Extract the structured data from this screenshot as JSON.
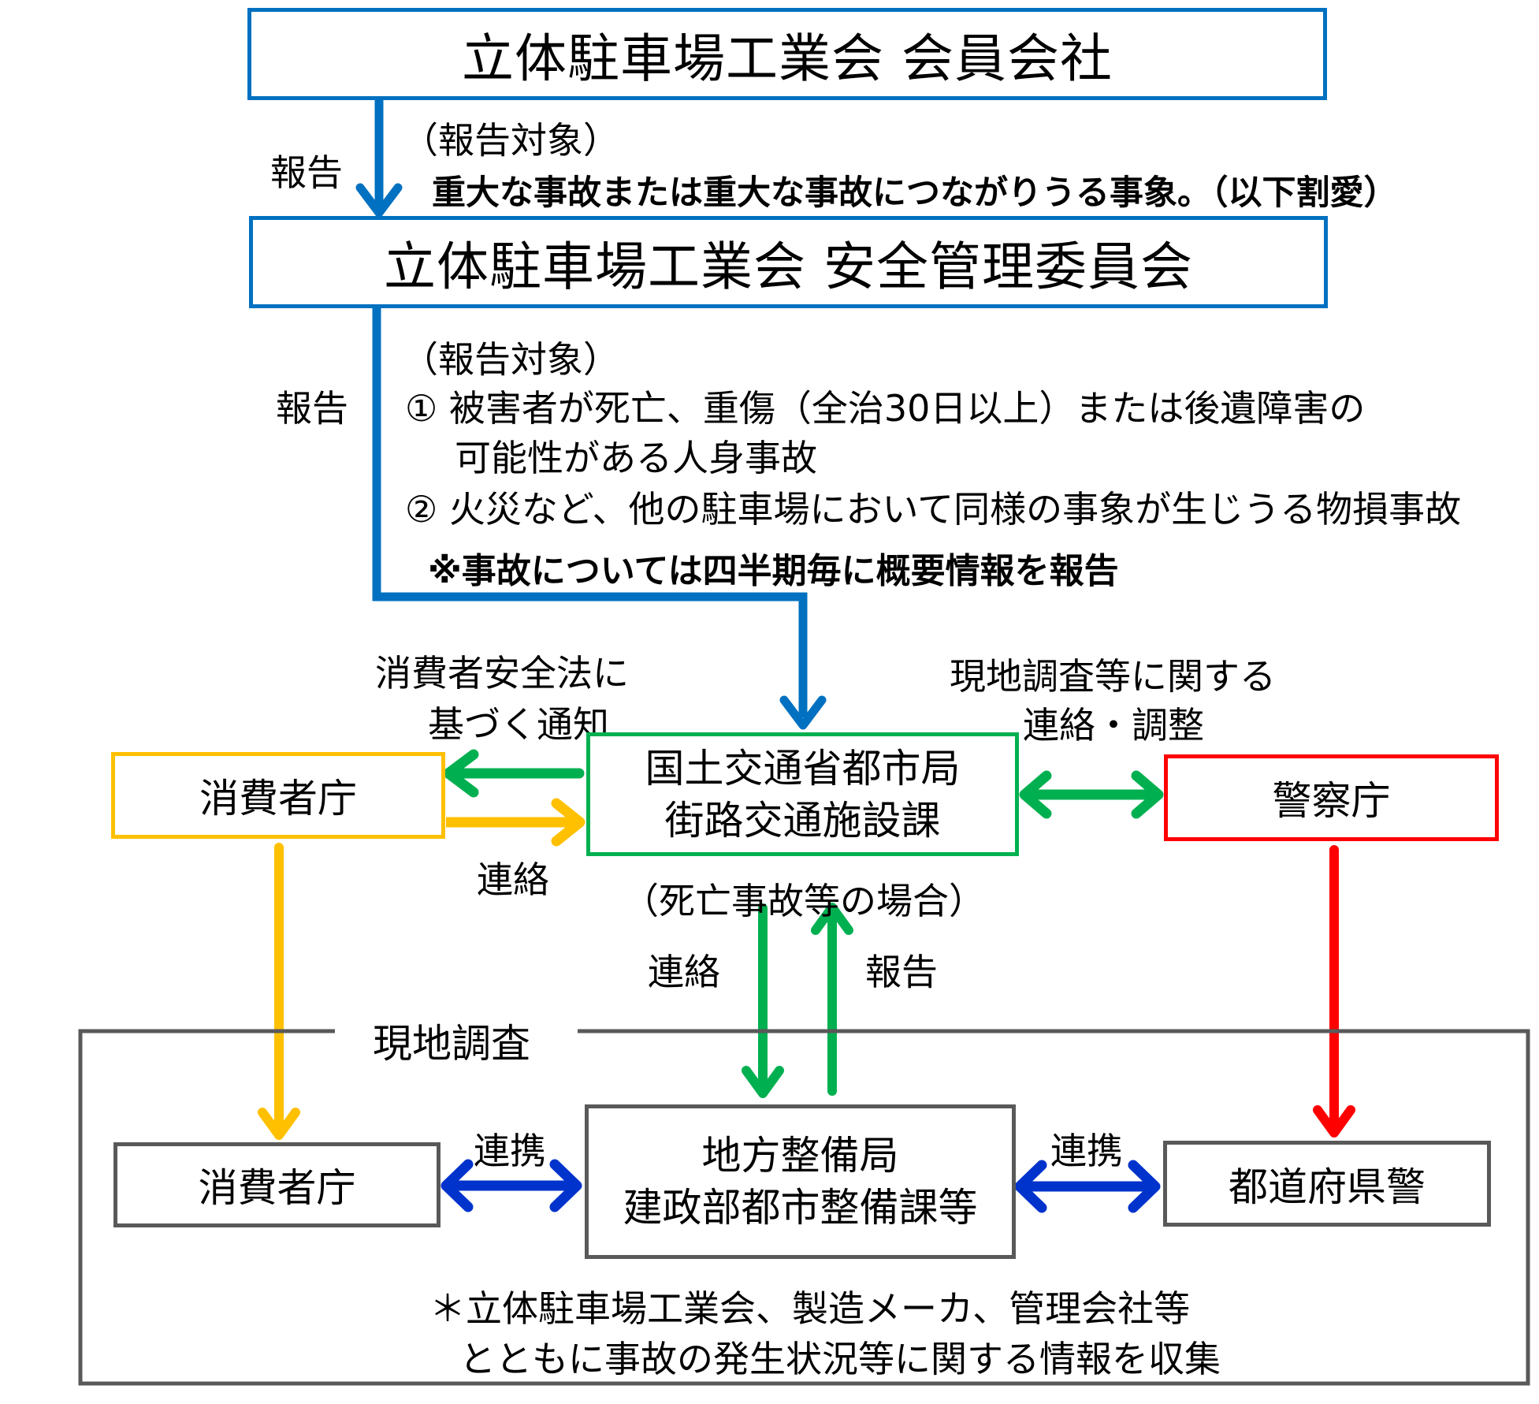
{
  "colors": {
    "blue": "#0070C0",
    "green": "#00B050",
    "yellow": "#FFC000",
    "red": "#FF0000",
    "dark_blue": "#0033CC",
    "gray": "#595959"
  },
  "top": {
    "member_box": "立体駐車場工業会 会員会社",
    "committee_box": "立体駐車場工業会 安全管理委員会",
    "report_label_1": "報告",
    "report_target_1_heading": "（報告対象）",
    "report_target_1_text": "重大な事故または重大な事故につながりうる事象。（以下割愛）",
    "report_label_2": "報告",
    "report_target_2_heading": "（報告対象）",
    "report_target_2_item1_line1": "① 被害者が死亡、重傷（全治30日以上）または後遺障害の",
    "report_target_2_item1_line2": "可能性がある人身事故",
    "report_target_2_item2": "② 火災など、他の駐車場において同様の事象が生じうる物損事故",
    "quarterly_note": "※事故については四半期毎に概要情報を報告"
  },
  "middle": {
    "consumer_notice_line1": "消費者安全法に",
    "consumer_notice_line2": "基づく通知",
    "site_coordination_line1": "現地調査等に関する",
    "site_coordination_line2": "連絡・調整",
    "consumer_agency_box": "消費者庁",
    "mlit_box_line1": "国土交通省都市局",
    "mlit_box_line2": "街路交通施設課",
    "police_agency_box": "警察庁",
    "contact_label": "連絡",
    "fatal_case_note": "（死亡事故等の場合）",
    "down_contact_label": "連絡",
    "up_report_label": "報告"
  },
  "bottom": {
    "site_survey_title": "現地調査",
    "consumer_agency_box": "消費者庁",
    "regional_bureau_line1": "地方整備局",
    "regional_bureau_line2": "建政部都市整備課等",
    "prefectural_police_box": "都道府県警",
    "cooperation_label_left": "連携",
    "cooperation_label_right": "連携",
    "footnote_line1": "＊立体駐車場工業会、製造メーカ、管理会社等",
    "footnote_line2": "とともに事故の発生状況等に関する情報を収集"
  }
}
